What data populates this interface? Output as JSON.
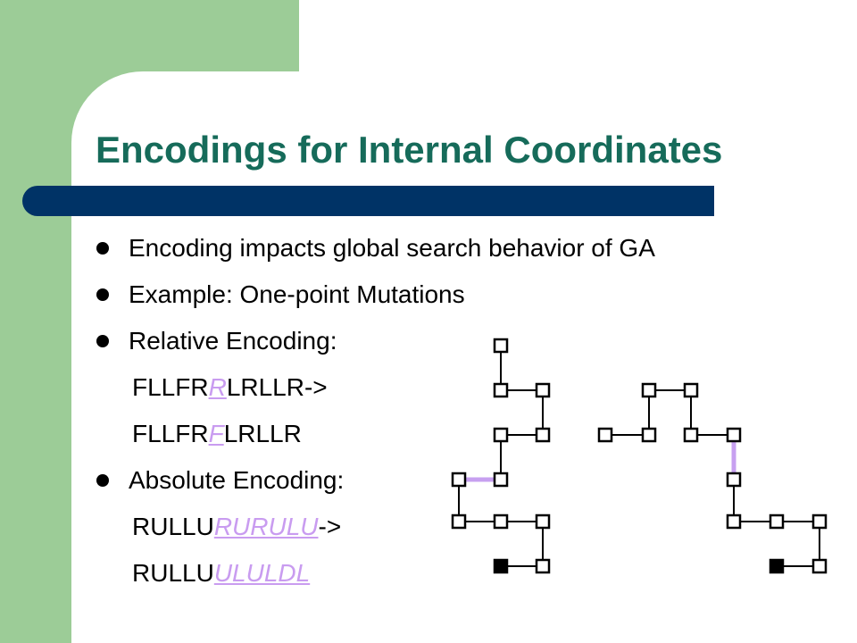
{
  "slide": {
    "title": "Encodings for Internal Coordinates",
    "lines": [
      {
        "type": "bullet",
        "text": "Encoding impacts global search behavior of GA"
      },
      {
        "type": "bullet",
        "text": "Example: One-point Mutations"
      },
      {
        "type": "bullet",
        "text": "Relative Encoding:"
      },
      {
        "type": "indent",
        "pre": "FLLFR",
        "hl": "R",
        "post": "LRLLR->"
      },
      {
        "type": "indent",
        "pre": "FLLFR",
        "hl": "F",
        "post": "LRLLR"
      },
      {
        "type": "bullet",
        "text": "Absolute Encoding:"
      },
      {
        "type": "indent",
        "pre": "RULLU",
        "hl": "RURULU",
        "post": "->"
      },
      {
        "type": "indent",
        "pre": "RULLU",
        "hl": "ULULDL",
        "post": ""
      }
    ]
  },
  "colors": {
    "green": "#9ccc97",
    "title": "#166b5a",
    "bar": "#003366",
    "mutation": "#c7a0f0"
  }
}
